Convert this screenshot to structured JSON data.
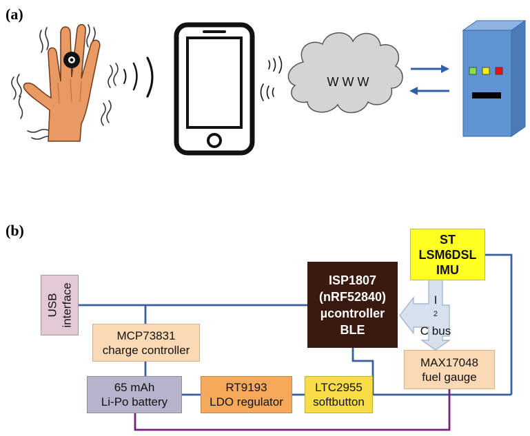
{
  "panel_a": {
    "label": "(a)",
    "cloud_text": "W W W"
  },
  "panel_b": {
    "label": "(b)",
    "usb": {
      "line1": "USB",
      "line2": "interface"
    },
    "mcu": {
      "line1": "ISP1807",
      "line2": "(nRF52840)",
      "line3": "µcontroller",
      "line4": "BLE"
    },
    "imu": {
      "line1": "ST",
      "line2": "LSM6DSL",
      "line3": "IMU"
    },
    "charger": {
      "line1": "MCP73831",
      "line2": "charge controller"
    },
    "battery": {
      "line1": "65 mAh",
      "line2": "Li-Po battery"
    },
    "ldo": {
      "line1": "RT9193",
      "line2": "LDO regulator"
    },
    "softbutton": {
      "line1": "LTC2955",
      "line2": "softbutton"
    },
    "fuel_gauge": {
      "line1": "MAX17048",
      "line2": "fuel gauge"
    },
    "i2c": {
      "prefix": "I",
      "sup": "2",
      "suffix": "C bus"
    }
  },
  "colors": {
    "wire_blue": "#3a5fa0",
    "wire_purple": "#7b1f7d",
    "server_body": "#5f93d1",
    "mcu_fill": "#3a1a0e",
    "imu_fill": "#ffff22",
    "usb_fill": "#e2c9d4",
    "charger_fill": "#fbd9b4",
    "battery_fill": "#b4b4cc",
    "ldo_fill": "#f6a95b",
    "softbutton_fill": "#f8dd48",
    "fuel_fill": "#fbd9b4",
    "i2c_fill": "#d7e1ee"
  }
}
